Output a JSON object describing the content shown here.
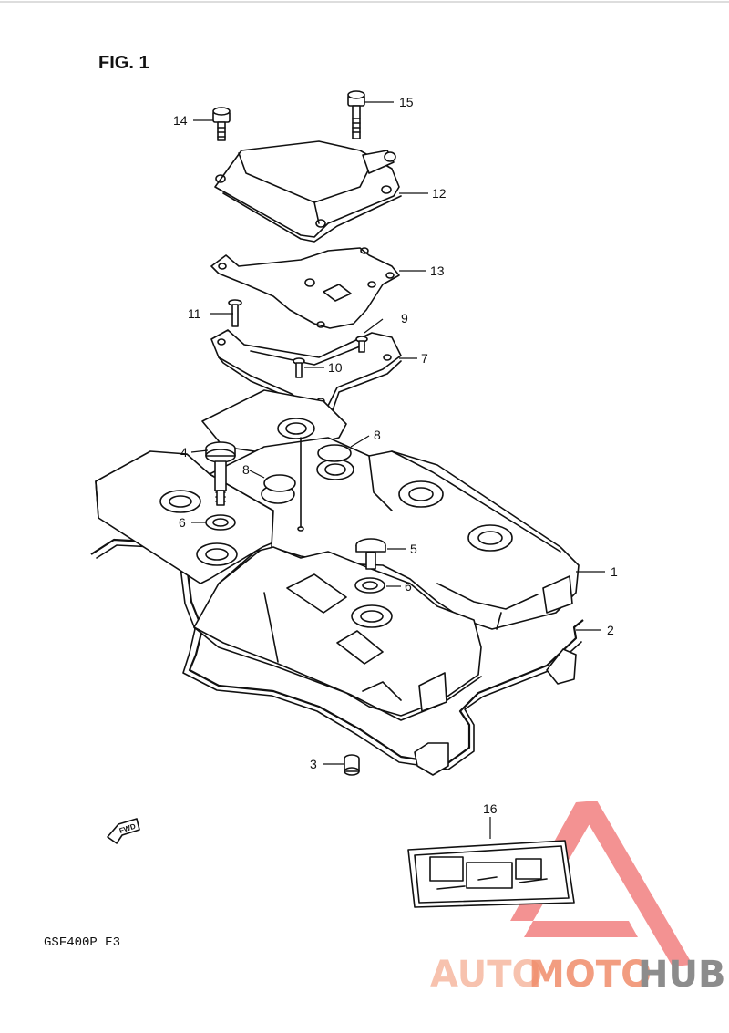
{
  "figure_title": "FIG. 1",
  "model_code": "GSF400P  E3",
  "fwd_label": "FWD",
  "watermark": {
    "part1": "AUTO",
    "part2": "MOTO",
    "part3": "HUB",
    "color_primary": "#f08c6a",
    "color_secondary": "#8c8c8c",
    "triangle_color": "#f28080"
  },
  "callouts": {
    "c1": "1",
    "c2": "2",
    "c3": "3",
    "c4": "4",
    "c5": "5",
    "c6a": "6",
    "c6b": "6",
    "c7": "7",
    "c8a": "8",
    "c8b": "8",
    "c9": "9",
    "c10": "10",
    "c11": "11",
    "c12": "12",
    "c13": "13",
    "c14": "14",
    "c15": "15",
    "c16": "16"
  }
}
